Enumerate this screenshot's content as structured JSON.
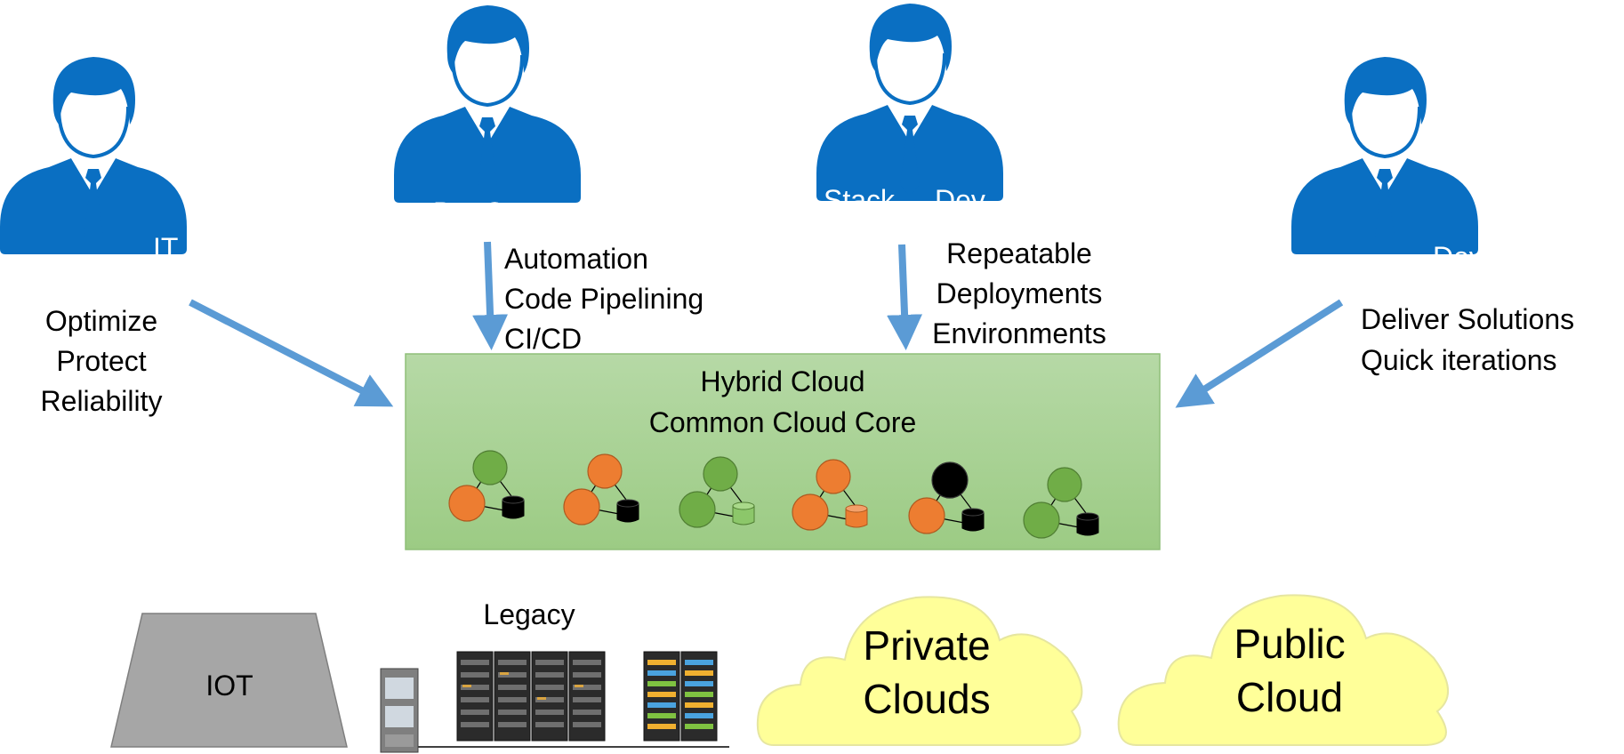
{
  "personas": [
    {
      "label": "IT",
      "notes": [
        "Optimize",
        "Protect",
        "Reliability"
      ]
    },
    {
      "label": "DevOps",
      "notes": [
        "Automation",
        "Code Pipelining",
        "CI/CD"
      ]
    },
    {
      "label_left": "Stack",
      "label_right": "Dev",
      "notes": [
        "Repeatable",
        "Deployments",
        "Environments"
      ]
    },
    {
      "label": "Dev",
      "notes": [
        "Deliver Solutions",
        "Quick iterations"
      ]
    }
  ],
  "hybrid": {
    "title": "Hybrid Cloud",
    "subtitle": "Common Cloud Core"
  },
  "infrastructure": {
    "iot": "IOT",
    "legacy": "Legacy",
    "private_cloud": [
      "Private",
      "Clouds"
    ],
    "public_cloud": [
      "Public",
      "Cloud"
    ]
  },
  "colors": {
    "persona_blue": "#0a6fc2",
    "arrow_blue": "#5b9bd5",
    "green_box_top": "#b5d8a5",
    "green_box_bottom": "#9dcd86",
    "node_orange": "#ed7d31",
    "node_green": "#70ad47",
    "cloud_yellow": "#ffff99",
    "iot_gray": "#a6a6a6"
  }
}
